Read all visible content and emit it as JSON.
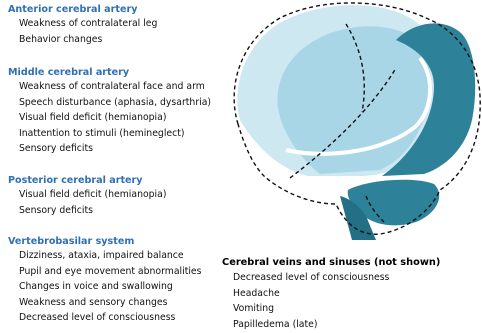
{
  "colors": {
    "heading": "#2e6fb6",
    "light_region": "#a9d6e6",
    "pale_region": "#cde8f1",
    "dark_region": "#2d8199",
    "darker_region": "#236f86",
    "outline": "#111111"
  },
  "groups": [
    {
      "title": "Anterior cerebral artery",
      "items": [
        "Weakness of contralateral leg",
        "Behavior changes"
      ]
    },
    {
      "title": "Middle cerebral artery",
      "items": [
        "Weakness of contralateral face and arm",
        "Speech disturbance (aphasia, dysarthria)",
        "Visual field deficit (hemianopia)",
        "Inattention to stimuli (hemineglect)",
        "Sensory deficits"
      ]
    },
    {
      "title": "Posterior cerebral artery",
      "items": [
        "Visual field deficit (hemianopia)",
        "Sensory deficits"
      ]
    },
    {
      "title": "Vertebrobasilar system",
      "items": [
        "Dizziness, ataxia, impaired balance",
        "Pupil and eye movement abnormalities",
        "Changes in voice and swallowing",
        "Weakness and sensory changes",
        "Decreased level of consciousness"
      ]
    },
    {
      "title": "Cerebral veins and sinuses (not shown)",
      "items": [
        "Decreased level of consciousness",
        "Headache",
        "Vomiting",
        "Papilledema (late)"
      ]
    }
  ]
}
